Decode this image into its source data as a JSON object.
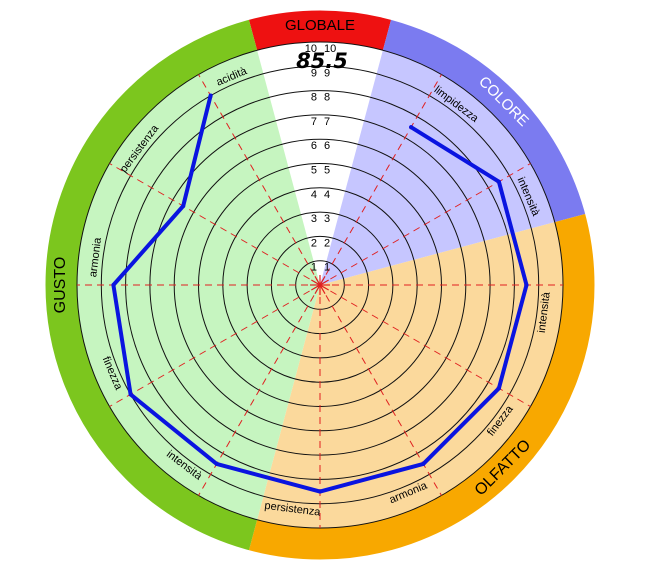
{
  "chart_data": {
    "type": "radar",
    "score": "85.5",
    "scale_ticks": [
      "1",
      "2",
      "3",
      "4",
      "5",
      "6",
      "7",
      "8",
      "9",
      "10"
    ],
    "categories": [
      {
        "name": "GLOBALE",
        "color": "#ee1111",
        "fill": "#ffffff"
      },
      {
        "name": "COLORE",
        "color": "#7b7bf0",
        "fill": "#c6c6ff"
      },
      {
        "name": "OLFATTO",
        "color": "#f8a800",
        "fill": "#fbd99c"
      },
      {
        "name": "GUSTO",
        "color": "#7cc61e",
        "fill": "#c6f5c0"
      }
    ],
    "axes": [
      {
        "label": "limpidezza",
        "category": "COLORE"
      },
      {
        "label": "intensità",
        "category": "COLORE"
      },
      {
        "label": "intensità",
        "category": "OLFATTO"
      },
      {
        "label": "finezza",
        "category": "OLFATTO"
      },
      {
        "label": "armonia",
        "category": "OLFATTO"
      },
      {
        "label": "persistenza",
        "category": "OLFATTO"
      },
      {
        "label": "intensità",
        "category": "GUSTO"
      },
      {
        "label": "finezza",
        "category": "GUSTO"
      },
      {
        "label": "armonia",
        "category": "GUSTO"
      },
      {
        "label": "persistenza",
        "category": "GUSTO"
      },
      {
        "label": "acidità",
        "category": "GUSTO"
      }
    ],
    "values": [
      7.5,
      8.5,
      8.5,
      8.5,
      8.5,
      8.5,
      8.5,
      9.0,
      8.5,
      6.5,
      9.0
    ],
    "line_color": "#0a14e0",
    "grid_color": "#111111",
    "spoke_color": "#e02020",
    "rmax": 10
  }
}
